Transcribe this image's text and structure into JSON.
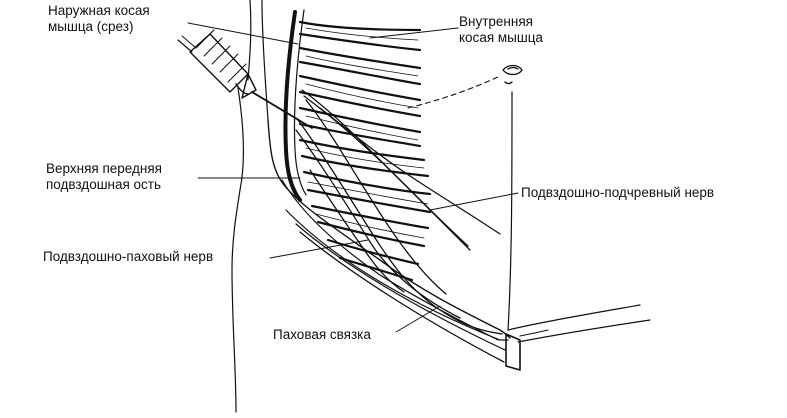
{
  "labels": {
    "external_oblique": [
      "Наружная косая",
      "мышца (срез)"
    ],
    "internal_oblique": [
      "Внутренняя",
      "косая мышца"
    ],
    "asis": [
      "Верхняя передняя",
      "подвздошная ость"
    ],
    "iliohypogastric": "Подвздошно-подчревный нерв",
    "ilioinguinal": "Подвздошно-паховый нерв",
    "inguinal_ligament": "Паховая связка"
  }
}
